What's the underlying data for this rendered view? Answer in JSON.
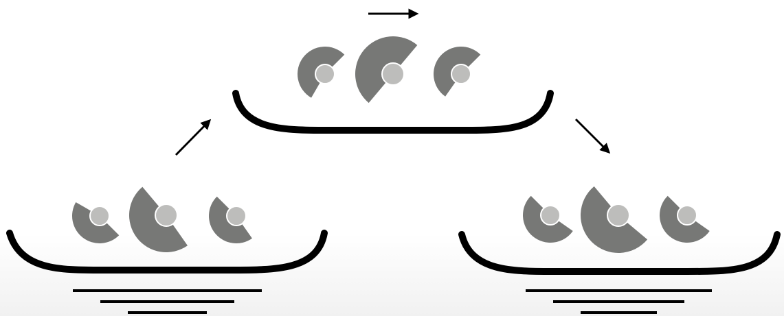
{
  "colors": {
    "dish": "#000000",
    "arrow": "#000000",
    "ground_lines": "#000000",
    "pie_body": "#777876",
    "pie_center": "#bdbdbb",
    "pie_center_stroke": "#ffffff"
  },
  "icons": {
    "pie": "pie-chart-icon",
    "arrow": "arrow-icon",
    "dish": "curved-dish-shape",
    "ground": "ground-line-stack"
  },
  "stages": [
    {
      "id": "left",
      "pie_count": 3,
      "has_ground_lines": true
    },
    {
      "id": "top",
      "pie_count": 3,
      "has_ground_lines": false
    },
    {
      "id": "right",
      "pie_count": 3,
      "has_ground_lines": true
    }
  ],
  "arrows": [
    {
      "id": "left-to-top",
      "direction": "up-right"
    },
    {
      "id": "top",
      "direction": "right"
    },
    {
      "id": "top-to-right",
      "direction": "down-right"
    }
  ]
}
